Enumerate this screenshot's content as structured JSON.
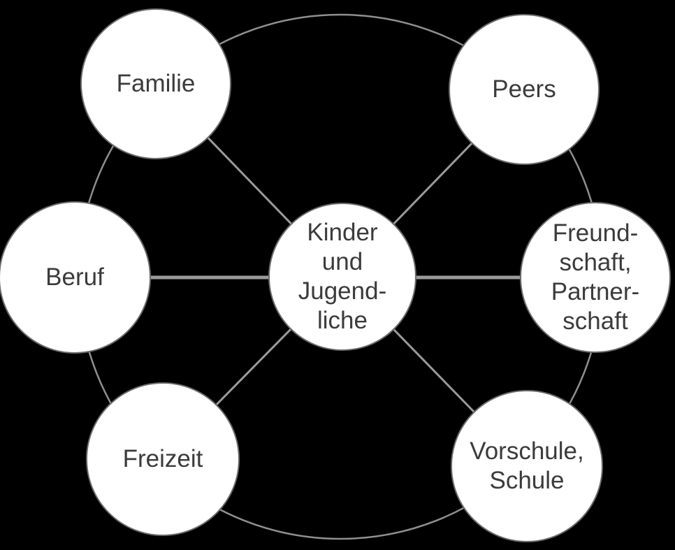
{
  "diagram": {
    "title_hidden": "",
    "colors": {
      "background": "#000000",
      "node_fill": "#ffffff",
      "node_border": "#6b6b6b",
      "connector": "#9a9a9a",
      "text": "#3b3b3b"
    },
    "center_node": {
      "id": "kinder-und-jugendliche",
      "label": "Kinder\nund\nJugend-\nliche"
    },
    "outer_nodes": [
      {
        "id": "familie",
        "label": "Familie"
      },
      {
        "id": "peers",
        "label": "Peers"
      },
      {
        "id": "beruf",
        "label": "Beruf"
      },
      {
        "id": "freundschaft-partnerschaft",
        "label": "Freund-\nschaft,\nPartner-\nschaft"
      },
      {
        "id": "freizeit",
        "label": "Freizeit"
      },
      {
        "id": "vorschule-schule",
        "label": "Vorschule,\nSchule"
      }
    ]
  }
}
